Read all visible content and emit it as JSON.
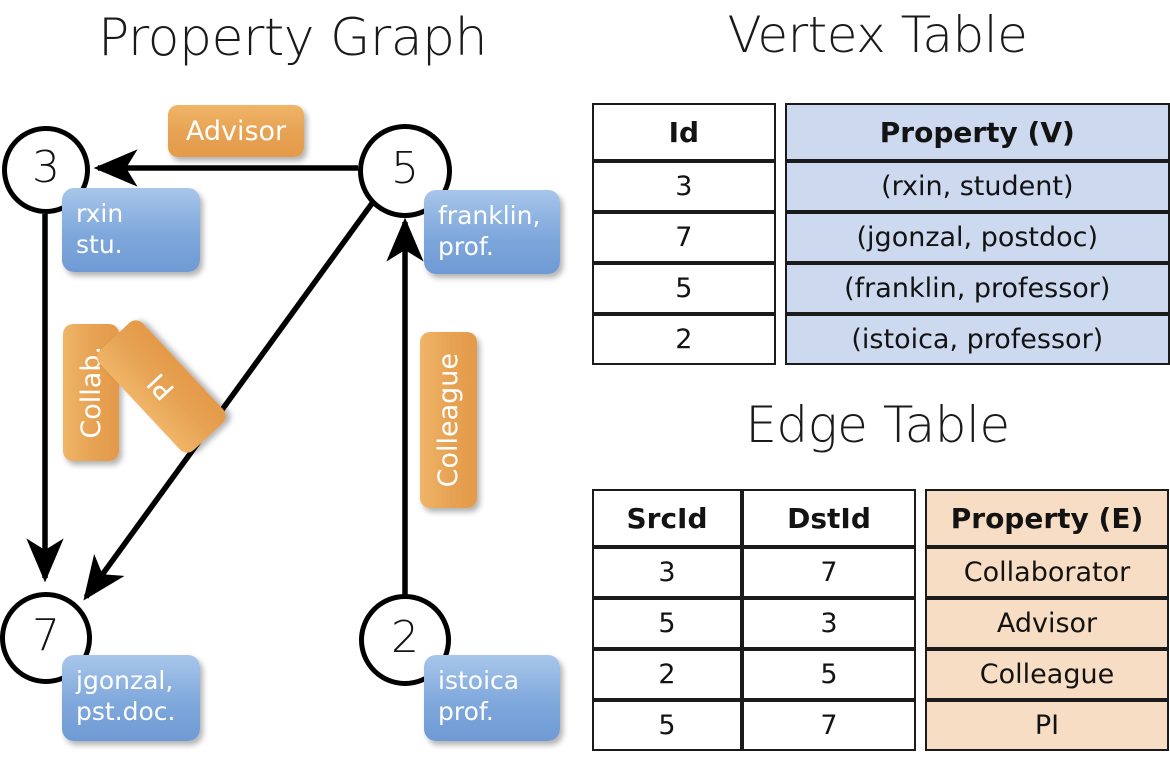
{
  "titles": {
    "graph": "Property Graph",
    "vertex_table": "Vertex Table",
    "edge_table": "Edge Table"
  },
  "graph": {
    "nodes": [
      {
        "id": "3",
        "property_lines": [
          "rxin",
          "stu."
        ]
      },
      {
        "id": "5",
        "property_lines": [
          "franklin,",
          "prof."
        ]
      },
      {
        "id": "7",
        "property_lines": [
          "jgonzal,",
          "pst.doc."
        ]
      },
      {
        "id": "2",
        "property_lines": [
          "istoica",
          "prof."
        ]
      }
    ],
    "edge_labels": [
      {
        "name": "advisor",
        "text": "Advisor"
      },
      {
        "name": "collab",
        "text": "Collab."
      },
      {
        "name": "pi",
        "text": "PI"
      },
      {
        "name": "colleague",
        "text": "Colleague"
      }
    ],
    "edges": [
      {
        "src": "5",
        "dst": "3",
        "label": "Advisor"
      },
      {
        "src": "3",
        "dst": "7",
        "label": "Collab."
      },
      {
        "src": "5",
        "dst": "7",
        "label": "PI"
      },
      {
        "src": "2",
        "dst": "5",
        "label": "Colleague"
      }
    ]
  },
  "vertex_table": {
    "headers": [
      "Id",
      "Property (V)"
    ],
    "rows": [
      [
        "3",
        "(rxin, student)"
      ],
      [
        "7",
        "(jgonzal, postdoc)"
      ],
      [
        "5",
        "(franklin, professor)"
      ],
      [
        "2",
        "(istoica, professor)"
      ]
    ]
  },
  "edge_table": {
    "headers": [
      "SrcId",
      "DstId",
      "Property (E)"
    ],
    "rows": [
      [
        "3",
        "7",
        "Collaborator"
      ],
      [
        "5",
        "3",
        "Advisor"
      ],
      [
        "2",
        "5",
        "Colleague"
      ],
      [
        "5",
        "7",
        "PI"
      ]
    ]
  },
  "colors": {
    "vertex_property_fill": "#ccd9ef",
    "edge_property_fill": "#f6ddc3",
    "vertex_node_box": "#7fa8dc",
    "edge_label_box": "#e6a253",
    "stroke": "#000000",
    "background": "#ffffff"
  }
}
